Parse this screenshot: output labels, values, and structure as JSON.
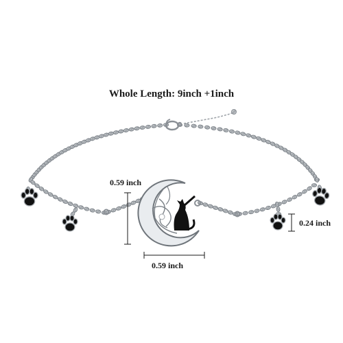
{
  "title": "Whole Length: 9inch +1inch",
  "dimensions": {
    "pendant_height": "0.59 inch",
    "pendant_width": "0.59 inch",
    "paw_charm": "0.24 inch"
  },
  "colors": {
    "background": "#ffffff",
    "silver": "#8a8f95",
    "silver_light": "#d9dde1",
    "enamel": "#111111",
    "text": "#1a1a1a"
  },
  "icons": [
    "paw-charm-icon",
    "cat-silhouette-icon",
    "crescent-moon-icon",
    "lobster-clasp-icon"
  ]
}
